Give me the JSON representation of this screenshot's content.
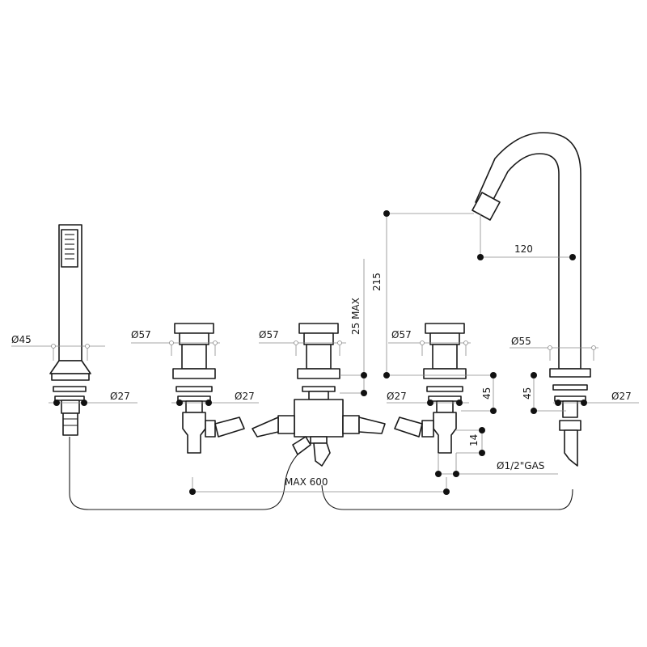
{
  "labels": {
    "handshower_dia": "Ø45",
    "tap1_dia": "Ø57",
    "tap2_dia": "Ø57",
    "tap3_dia": "Ø57",
    "spout_dia": "Ø55",
    "shank_dia_1": "Ø27",
    "shank_dia_2": "Ø27",
    "shank_dia_3": "Ø27",
    "shank_dia_4": "Ø27",
    "pipe_thread": "Ø1/2\"GAS",
    "spout_reach": "120",
    "spout_height": "215",
    "deck_max": "25 MAX",
    "shank_len_1": "45",
    "shank_len_2": "45",
    "connector_len": "14",
    "max_distance": "MAX 600"
  },
  "colors": {
    "line": "#1a1a1a",
    "dimension_line": "#8a8a8a",
    "marker": "#111111",
    "background": "#ffffff"
  }
}
